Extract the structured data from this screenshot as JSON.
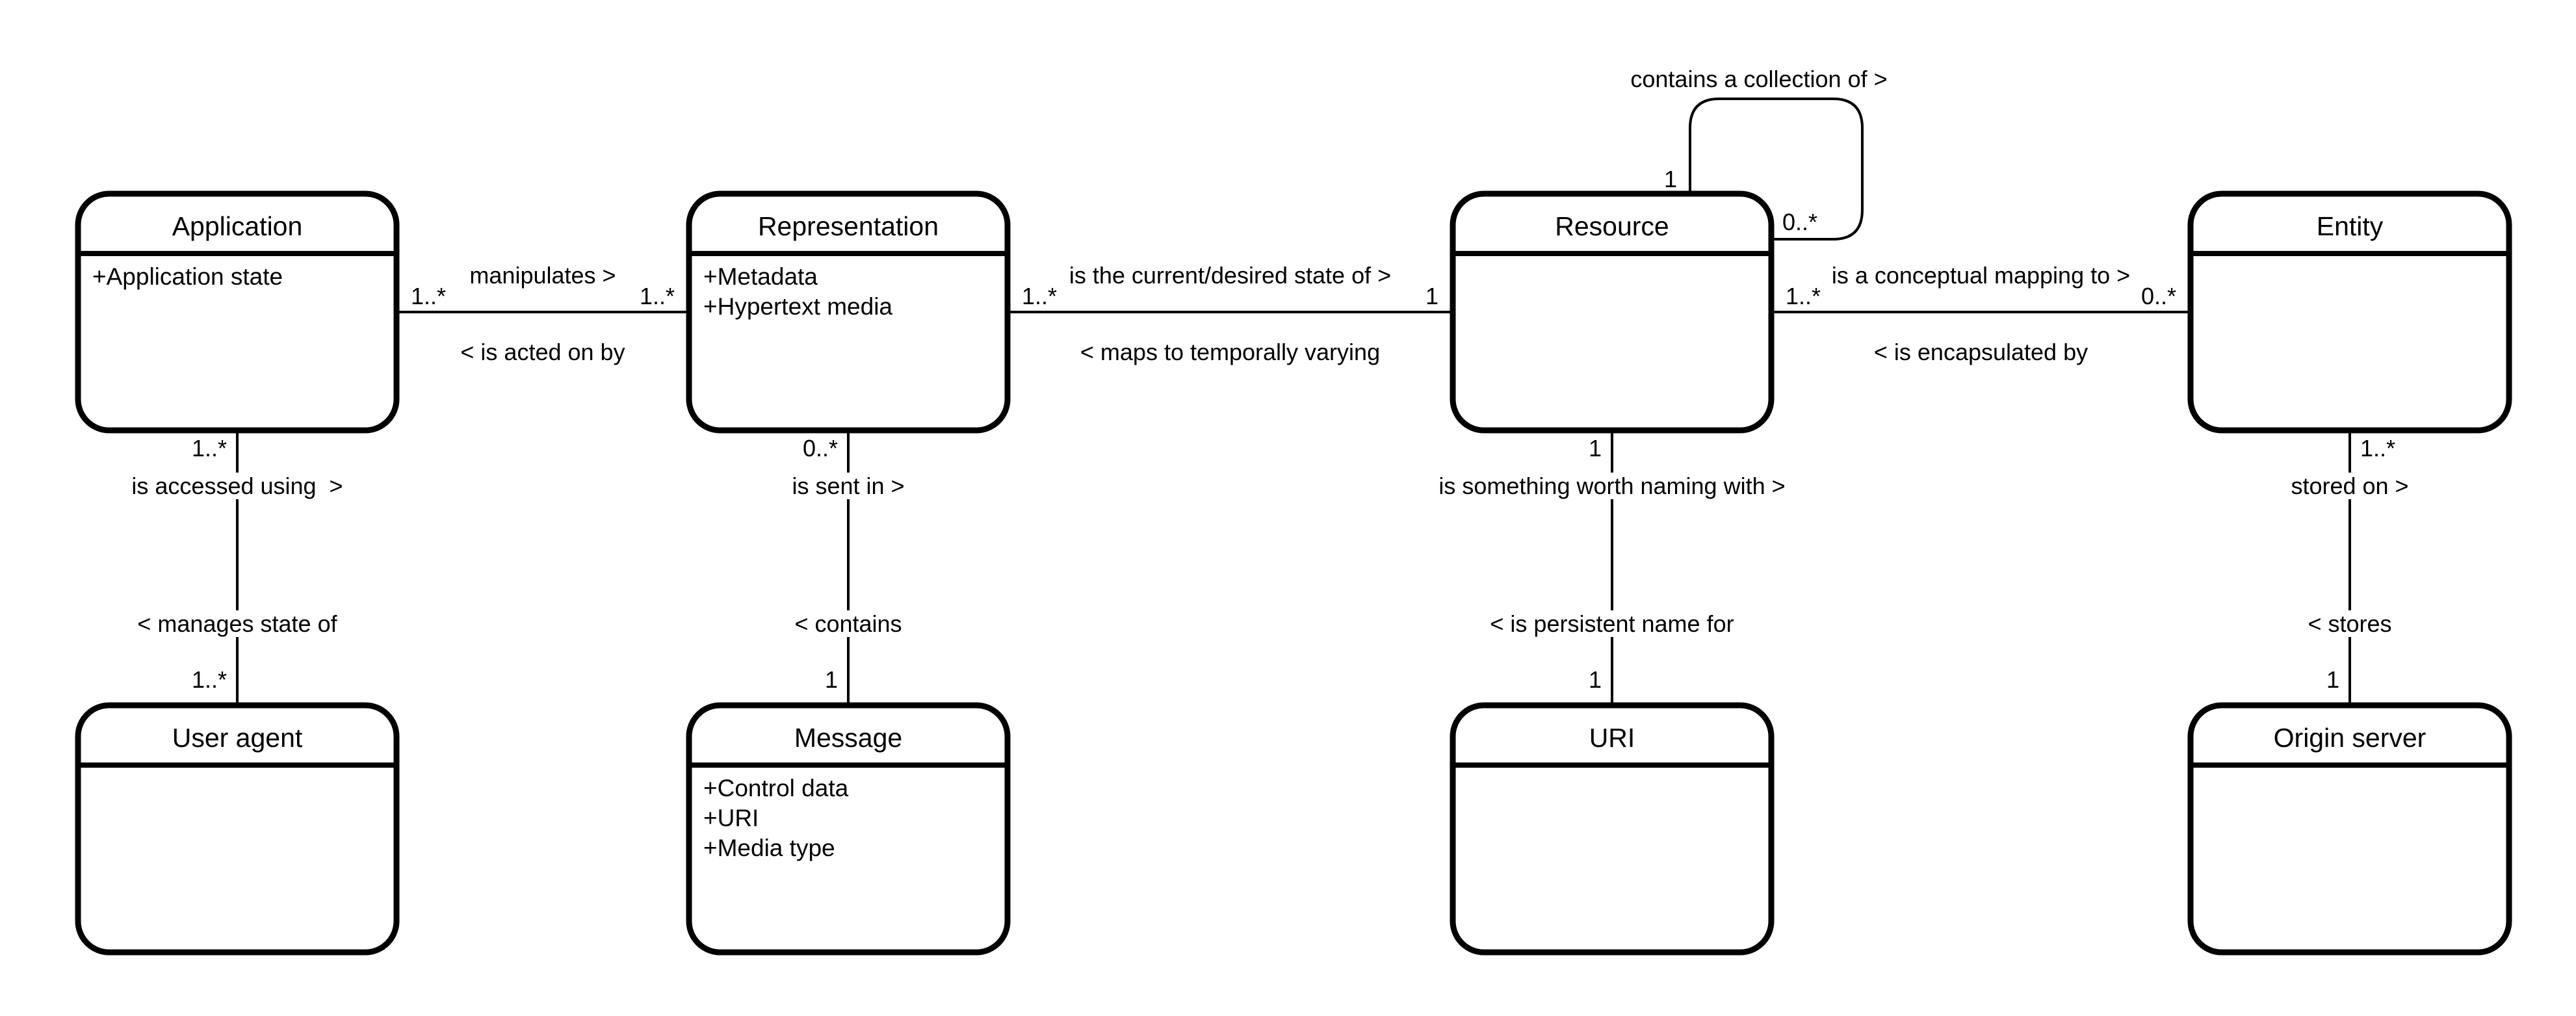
{
  "diagram": {
    "background": "#ffffff",
    "line_color": "#000000",
    "classes": [
      {
        "id": "application",
        "title": "Application",
        "attributes": [
          "+Application state"
        ],
        "col": 0,
        "row": 0
      },
      {
        "id": "representation",
        "title": "Representation",
        "attributes": [
          "+Metadata",
          "+Hypertext media"
        ],
        "col": 1,
        "row": 0
      },
      {
        "id": "resource",
        "title": "Resource",
        "attributes": [],
        "col": 2,
        "row": 0
      },
      {
        "id": "entity",
        "title": "Entity",
        "attributes": [],
        "col": 3,
        "row": 0
      },
      {
        "id": "user-agent",
        "title": "User agent",
        "attributes": [],
        "col": 0,
        "row": 1
      },
      {
        "id": "message",
        "title": "Message",
        "attributes": [
          "+Control data",
          "+URI",
          "+Media type"
        ],
        "col": 1,
        "row": 1
      },
      {
        "id": "uri",
        "title": "URI",
        "attributes": [],
        "col": 2,
        "row": 1
      },
      {
        "id": "origin-server",
        "title": "Origin server",
        "attributes": [],
        "col": 3,
        "row": 1
      }
    ],
    "horizontal_associations": [
      {
        "from": "application",
        "to": "representation",
        "label_forward": "manipulates >",
        "label_backward": "< is acted on by",
        "mult_from": "1..*",
        "mult_to": "1..*"
      },
      {
        "from": "representation",
        "to": "resource",
        "label_forward": "is the current/desired state of >",
        "label_backward": "< maps to temporally varying",
        "mult_from": "1..*",
        "mult_to": "1"
      },
      {
        "from": "resource",
        "to": "entity",
        "label_forward": "is a conceptual mapping to >",
        "label_backward": "< is encapsulated by",
        "mult_from": "1..*",
        "mult_to": "0..*"
      }
    ],
    "vertical_associations": [
      {
        "from": "application",
        "to": "user-agent",
        "col": 0,
        "label_forward": "is accessed using  >",
        "label_backward": "< manages state of",
        "mult_top": "1..*",
        "mult_bottom": "1..*",
        "top_mult_side": "left"
      },
      {
        "from": "representation",
        "to": "message",
        "col": 1,
        "label_forward": "is sent in >",
        "label_backward": "< contains",
        "mult_top": "0..*",
        "mult_bottom": "1",
        "top_mult_side": "left"
      },
      {
        "from": "resource",
        "to": "uri",
        "col": 2,
        "label_forward": "is something worth naming with >",
        "label_backward": "< is persistent name for",
        "mult_top": "1",
        "mult_bottom": "1",
        "top_mult_side": "left"
      },
      {
        "from": "entity",
        "to": "origin-server",
        "col": 3,
        "label_forward": "stored on >",
        "label_backward": "< stores",
        "mult_top": "1..*",
        "mult_bottom": "1",
        "top_mult_side": "right"
      }
    ],
    "self_association": {
      "on": "resource",
      "label": "contains a collection of >",
      "mult_source": "1",
      "mult_target": "0..*"
    }
  }
}
